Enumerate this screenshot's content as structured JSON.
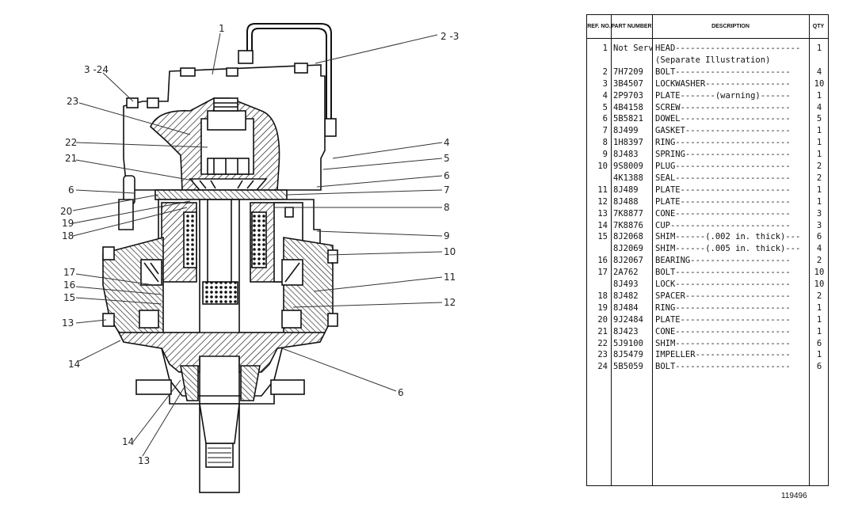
{
  "callouts": [
    {
      "id": "c1",
      "text": "1"
    },
    {
      "id": "c2",
      "text": "2 -3"
    },
    {
      "id": "c3",
      "text": "3 -24"
    },
    {
      "id": "c4",
      "text": "23"
    },
    {
      "id": "c5",
      "text": "22"
    },
    {
      "id": "c6",
      "text": "21"
    },
    {
      "id": "c7",
      "text": "6"
    },
    {
      "id": "c8",
      "text": "20"
    },
    {
      "id": "c9",
      "text": "19"
    },
    {
      "id": "c10",
      "text": "18"
    },
    {
      "id": "c11",
      "text": "17"
    },
    {
      "id": "c12",
      "text": "16"
    },
    {
      "id": "c13",
      "text": "15"
    },
    {
      "id": "c14",
      "text": "13"
    },
    {
      "id": "c15",
      "text": "14"
    },
    {
      "id": "c16",
      "text": "4"
    },
    {
      "id": "c17",
      "text": "5"
    },
    {
      "id": "c18",
      "text": "6"
    },
    {
      "id": "c19",
      "text": "7"
    },
    {
      "id": "c20",
      "text": "8"
    },
    {
      "id": "c21",
      "text": "9"
    },
    {
      "id": "c22",
      "text": "10"
    },
    {
      "id": "c23",
      "text": "11"
    },
    {
      "id": "c24",
      "text": "12"
    },
    {
      "id": "c25",
      "text": "6"
    },
    {
      "id": "c26",
      "text": "14"
    },
    {
      "id": "c27",
      "text": "13"
    }
  ],
  "table": {
    "headers": {
      "ref": "REF. NO.",
      "part": "PART NUMBER",
      "desc": "DESCRIPTION",
      "qty": "QTY"
    },
    "rows": [
      {
        "ref": "1",
        "part": "Not Serv",
        "desc": "HEAD-------------------------",
        "qty": "1"
      },
      {
        "ref": "",
        "part": "",
        "desc": "      (Separate Illustration)",
        "qty": ""
      },
      {
        "ref": "2",
        "part": "7H7209",
        "desc": "BOLT-----------------------",
        "qty": "4"
      },
      {
        "ref": "3",
        "part": "3B4507",
        "desc": "LOCKWASHER-----------------",
        "qty": "10"
      },
      {
        "ref": "4",
        "part": "2P9703",
        "desc": "PLATE-------(warning)------",
        "qty": "1"
      },
      {
        "ref": "5",
        "part": "4B4158",
        "desc": "SCREW----------------------",
        "qty": "4"
      },
      {
        "ref": "6",
        "part": "5B5821",
        "desc": "DOWEL----------------------",
        "qty": "5"
      },
      {
        "ref": "7",
        "part": "8J499",
        "desc": "GASKET---------------------",
        "qty": "1"
      },
      {
        "ref": "8",
        "part": "1H8397",
        "desc": "RING-----------------------",
        "qty": "1"
      },
      {
        "ref": "9",
        "part": "8J483",
        "desc": "SPRING---------------------",
        "qty": "1"
      },
      {
        "ref": "10",
        "part": "9S8009",
        "desc": "PLUG-----------------------",
        "qty": "2"
      },
      {
        "ref": "",
        "part": "4K1388",
        "desc": "SEAL-----------------------",
        "qty": "2"
      },
      {
        "ref": "11",
        "part": "8J489",
        "desc": "PLATE----------------------",
        "qty": "1"
      },
      {
        "ref": "12",
        "part": "8J488",
        "desc": "PLATE----------------------",
        "qty": "1"
      },
      {
        "ref": "13",
        "part": "7K8877",
        "desc": "CONE-----------------------",
        "qty": "3"
      },
      {
        "ref": "14",
        "part": "7K8876",
        "desc": "CUP------------------------",
        "qty": "3"
      },
      {
        "ref": "15",
        "part": "8J2068",
        "desc": "SHIM------(.002 in. thick)---",
        "qty": "6"
      },
      {
        "ref": "",
        "part": "8J2069",
        "desc": "SHIM------(.005 in. thick)---",
        "qty": "4"
      },
      {
        "ref": "16",
        "part": "8J2067",
        "desc": "BEARING--------------------",
        "qty": "2"
      },
      {
        "ref": "17",
        "part": "2A762",
        "desc": "BOLT-----------------------",
        "qty": "10"
      },
      {
        "ref": "",
        "part": "8J493",
        "desc": "LOCK-----------------------",
        "qty": "10"
      },
      {
        "ref": "18",
        "part": "8J482",
        "desc": "SPACER---------------------",
        "qty": "2"
      },
      {
        "ref": "19",
        "part": "8J484",
        "desc": "RING-----------------------",
        "qty": "1"
      },
      {
        "ref": "20",
        "part": "9J2484",
        "desc": "PLATE----------------------",
        "qty": "1"
      },
      {
        "ref": "21",
        "part": "8J423",
        "desc": "CONE-----------------------",
        "qty": "1"
      },
      {
        "ref": "22",
        "part": "5J9100",
        "desc": "SHIM-----------------------",
        "qty": "6"
      },
      {
        "ref": "23",
        "part": "8J5479",
        "desc": "IMPELLER-------------------",
        "qty": "1"
      },
      {
        "ref": "24",
        "part": "5B5059",
        "desc": "BOLT-----------------------",
        "qty": "6"
      }
    ]
  },
  "figure_number": "119496"
}
